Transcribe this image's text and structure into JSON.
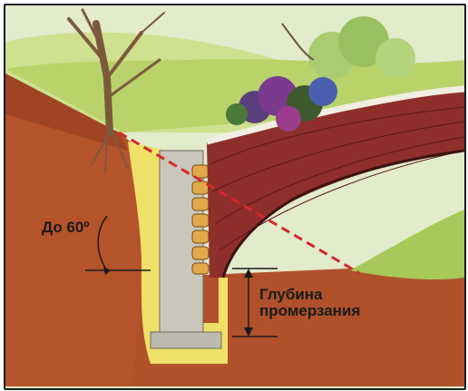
{
  "labels": {
    "angle": "До 60º",
    "depth_line1": "Глубина",
    "depth_line2": "промерзания"
  },
  "colors": {
    "sky": "#dfe9c8",
    "grass": "#b9d36a",
    "soil": "#b5532b",
    "soil_dark": "#8c3a1d",
    "sand": "#efe069",
    "concrete": "#c9c6bb",
    "brick": "#8e2f2b",
    "cut_line": "#d3272b"
  },
  "icons": [
    "tree-icon",
    "bush-icon",
    "flowers-icon",
    "stone-icon"
  ]
}
